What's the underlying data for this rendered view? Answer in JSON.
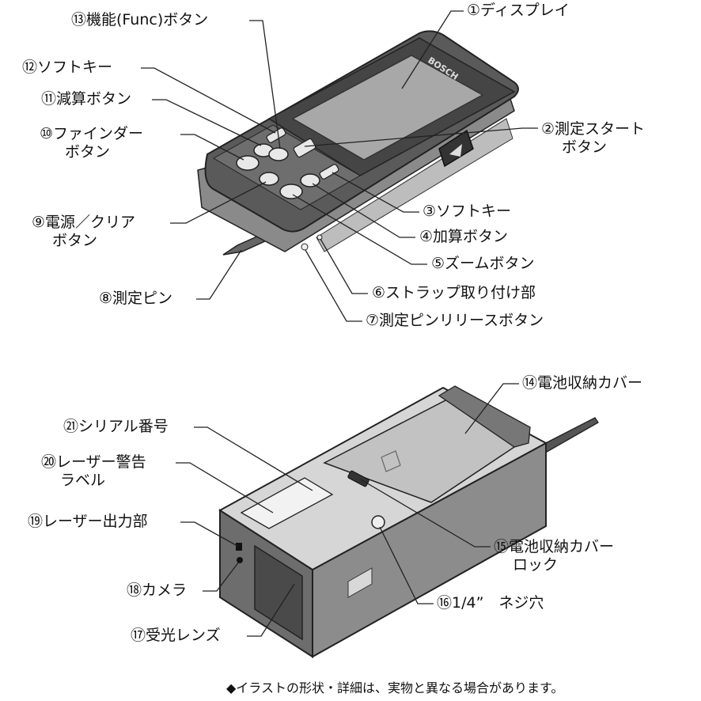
{
  "top_labels": {
    "display": "①ディスプレイ",
    "func": "⑬機能(Func)ボタン",
    "softkey_left": "⑫ソフトキー",
    "minus": "⑪減算ボタン",
    "finder_1": "⑩ファインダー",
    "finder_2": "ボタン",
    "power_1": "⑨電源／クリア",
    "power_2": "ボタン",
    "pin": "⑧測定ピン",
    "start_1": "②測定スタート",
    "start_2": "ボタン",
    "softkey_right": "③ソフトキー",
    "plus": "④加算ボタン",
    "zoom": "⑤ズームボタン",
    "strap": "⑥ストラップ取り付け部",
    "pin_release": "⑦測定ピンリリースボタン"
  },
  "bottom_labels": {
    "battery_cover": "⑭電池収納カバー",
    "serial": "㉑シリアル番号",
    "laser_warning_1": "⑳レーザー警告",
    "laser_warning_2": "ラベル",
    "laser_output": "⑲レーザー出力部",
    "camera": "⑱カメラ",
    "lens": "⑰受光レンズ",
    "cover_lock_1": "⑮電池収納カバー",
    "cover_lock_2": "ロック",
    "screw": "⑯1/4”　ネジ穴"
  },
  "device": {
    "brand": "BOSCH"
  },
  "note": "◆イラストの形状・詳細は、実物と異なる場合があります。"
}
